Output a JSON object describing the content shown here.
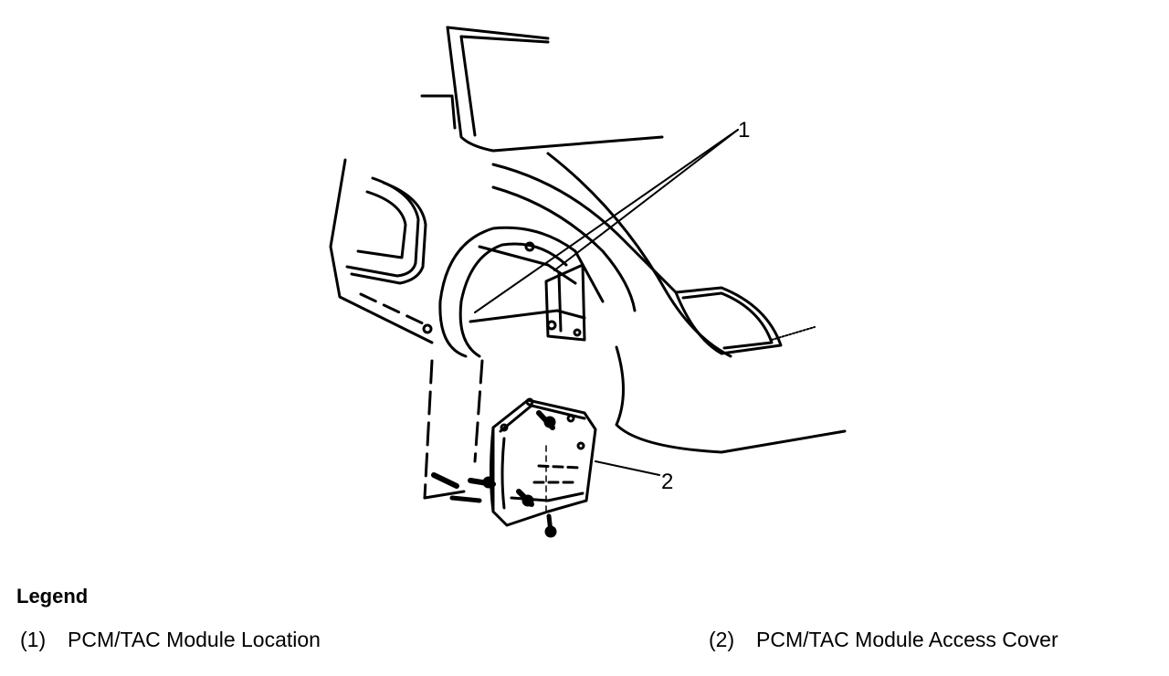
{
  "callouts": [
    {
      "id": "1"
    },
    {
      "id": "2"
    }
  ],
  "legend": {
    "title": "Legend",
    "items": [
      {
        "number": "(1)",
        "label": "PCM/TAC Module Location"
      },
      {
        "number": "(2)",
        "label": "PCM/TAC Module Access Cover"
      }
    ]
  }
}
